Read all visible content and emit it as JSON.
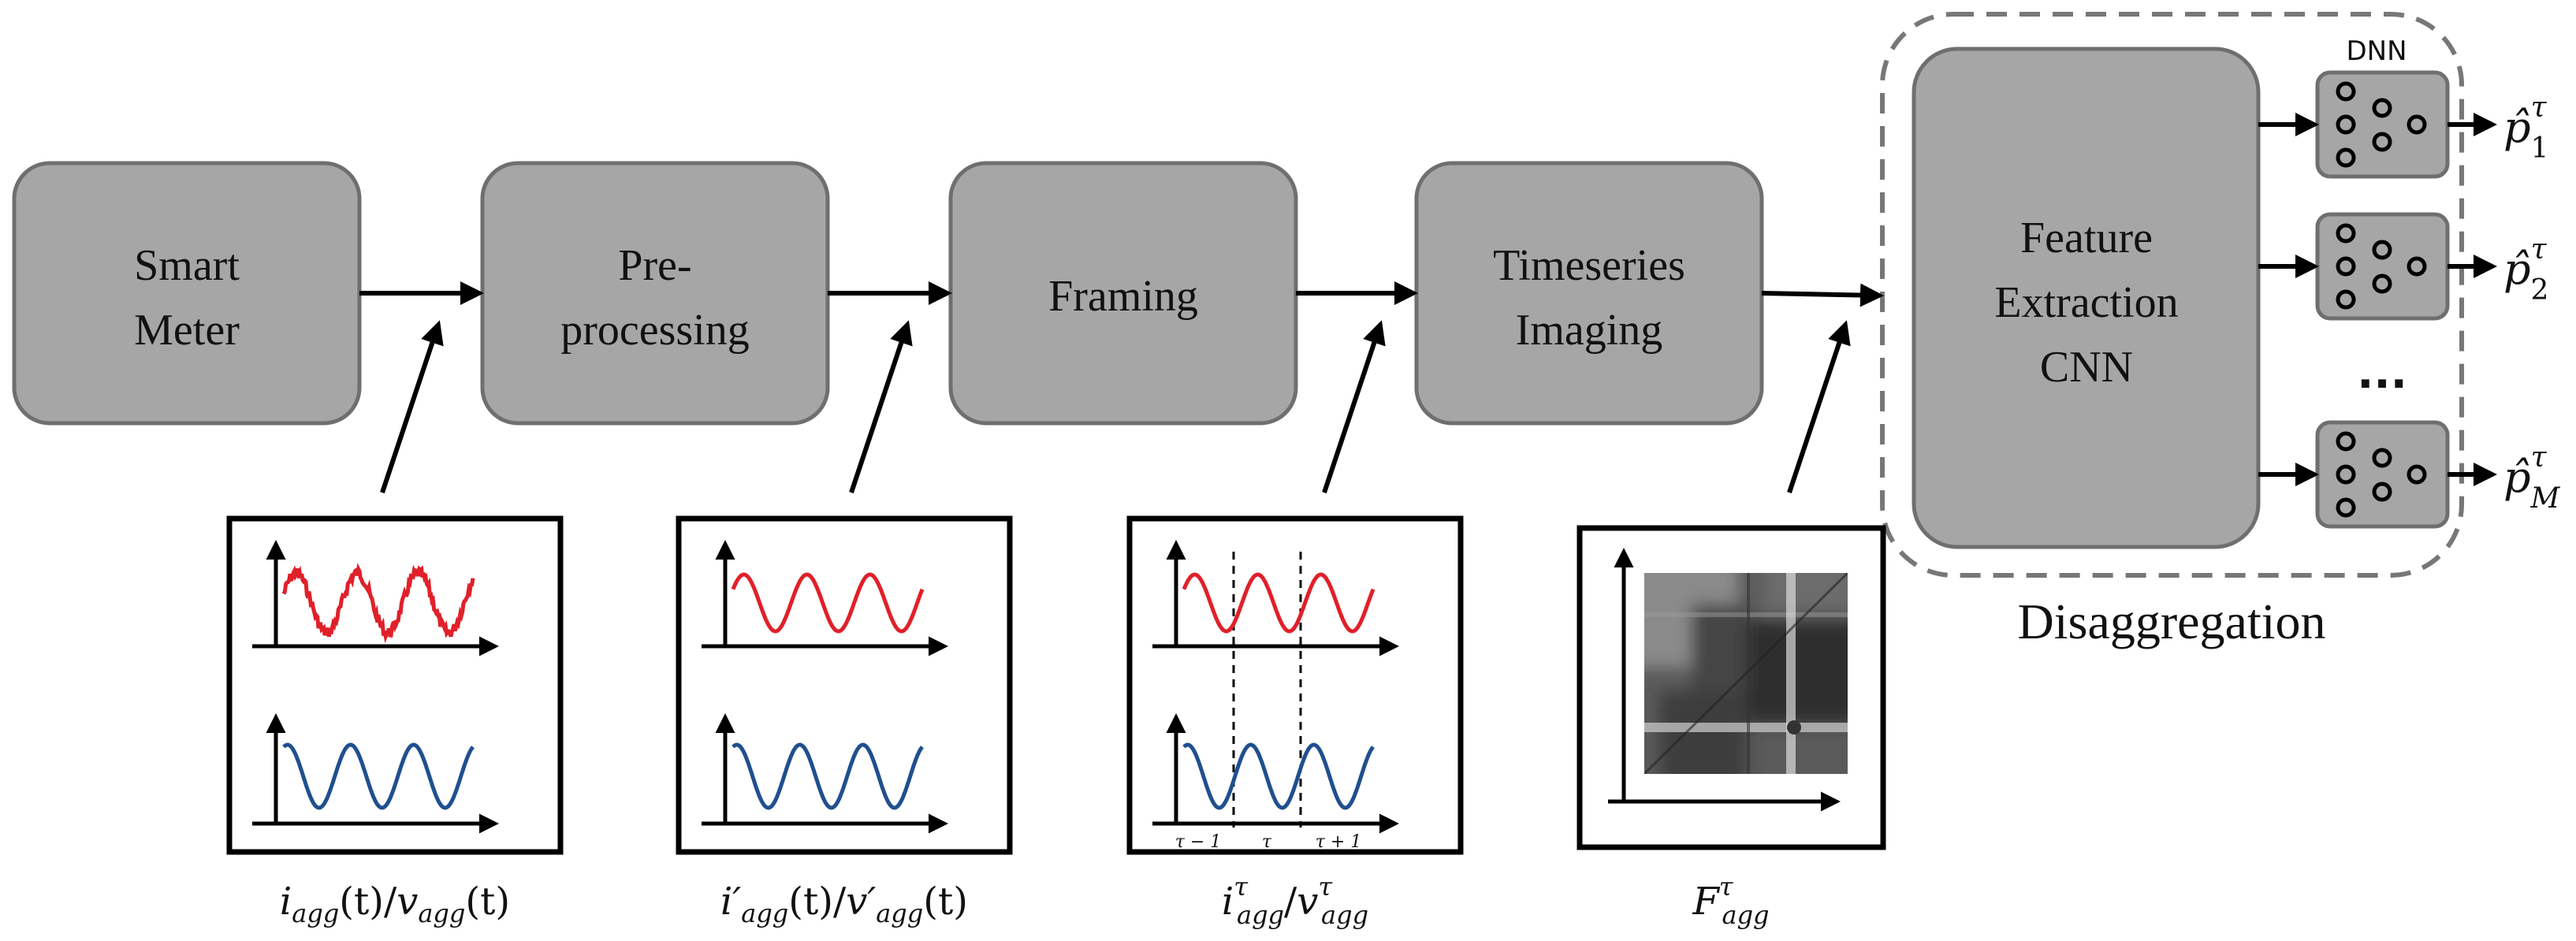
{
  "blocks": {
    "smart_meter": [
      "Smart",
      "Meter"
    ],
    "preprocessing": [
      "Pre-",
      "processing"
    ],
    "framing": [
      "Framing"
    ],
    "imaging": [
      "Timeseries",
      "Imaging"
    ],
    "feature_cnn": [
      "Feature",
      "Extraction",
      "CNN"
    ]
  },
  "dnn_label": "DNN",
  "ellipsis": "...",
  "group_label": "Disaggregation",
  "outputs": [
    {
      "base": "p̂",
      "sup": "τ",
      "sub": "1"
    },
    {
      "base": "p̂",
      "sup": "τ",
      "sub": "2"
    },
    {
      "base": "p̂",
      "sup": "τ",
      "sub": "M"
    }
  ],
  "signal_labels": {
    "raw": {
      "a": "i",
      "b": "v",
      "sub": "agg",
      "tail": "(t)",
      "sep": "/"
    },
    "pre": {
      "a": "i′",
      "b": "v′",
      "sub": "agg",
      "tail": "(t)",
      "sep": "/"
    },
    "framed": {
      "a": "i",
      "b": "v",
      "sup": "τ",
      "sub": "agg",
      "sep": "/"
    },
    "image": {
      "a": "F",
      "sup": "τ",
      "sub": "agg"
    }
  },
  "frame_ticks": [
    "τ − 1",
    "τ",
    "τ + 1"
  ]
}
